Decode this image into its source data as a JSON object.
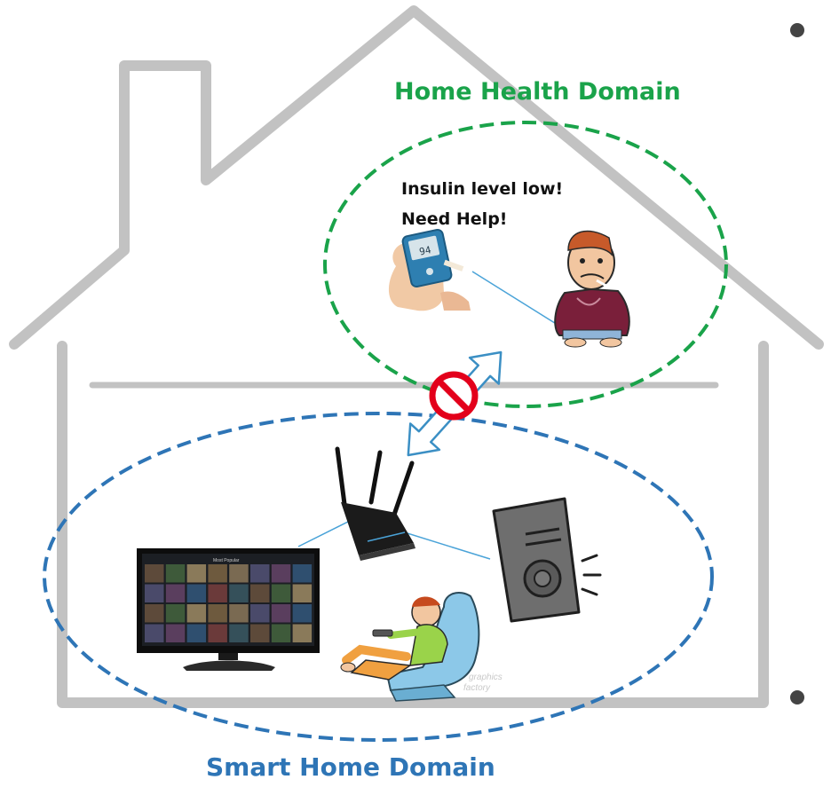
{
  "domains": {
    "health": {
      "title": "Home Health Domain",
      "color": "#1aa34a",
      "alert": {
        "line1": "Insulin level low!",
        "line2": "Need Help!"
      },
      "glucose_reading": "94"
    },
    "smart_home": {
      "title": "Smart Home Domain",
      "color": "#2e75b6",
      "tv_header": "Most Popular",
      "watermark_line1": "graphics",
      "watermark_line2": "factory"
    }
  },
  "icons": {
    "house": "house-outline-icon",
    "glucose_meter": "glucose-meter-icon",
    "sick_person": "sick-person-icon",
    "router": "wifi-router-icon",
    "tv": "smart-tv-icon",
    "speaker": "speaker-icon",
    "relaxing_person": "person-in-recliner-icon",
    "blocked": "prohibited-icon",
    "arrow": "double-arrow-icon"
  },
  "colors": {
    "house_outline": "#c2c2c2",
    "prohibited": "#e3001b",
    "connector": "#4aa3d8"
  }
}
